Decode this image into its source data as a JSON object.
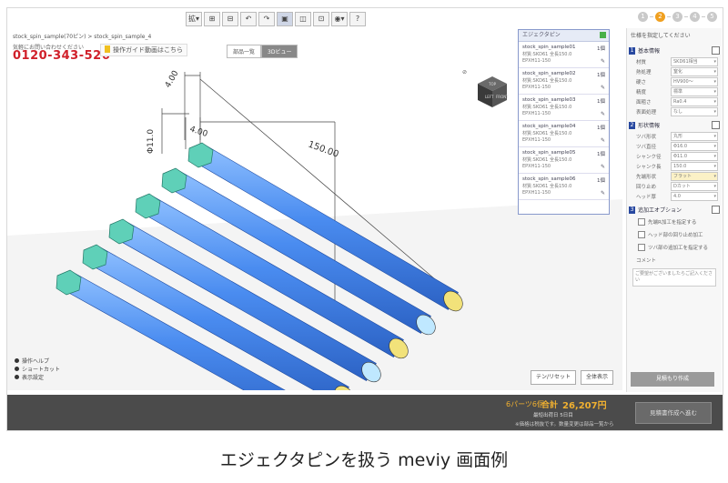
{
  "app": {
    "breadcrumb": "stock_spin_sample(70ピン) > stock_spin_sample_4",
    "brand_line": "気軽にお問い合わせください",
    "phone": "0120-343-526",
    "guide_label": "操作ガイド動画はこちら",
    "view_tabs": [
      {
        "label": "部品一覧"
      },
      {
        "label": "3Dビュー"
      }
    ]
  },
  "toolbar": {
    "buttons": [
      "拡▾",
      "⊞",
      "⊟",
      "↶",
      "↷",
      "▣",
      "◫",
      "⊡",
      "◉▾",
      "?"
    ],
    "active_index": 5
  },
  "steps": {
    "items": [
      "1",
      "2",
      "3",
      "4",
      "5"
    ],
    "active_index": 1
  },
  "drawing": {
    "dim_length": "150.00",
    "dim_top": "4.00",
    "dim_side": "4.00",
    "dim_dia": "Φ11.0"
  },
  "parts_panel": {
    "header": "エジェクタピン",
    "items": [
      {
        "name": "stock_spin_sample01",
        "qty": "1個",
        "spec": "材質:SKD61 全長150.0",
        "code": "EPXH11-150"
      },
      {
        "name": "stock_spin_sample02",
        "qty": "1個",
        "spec": "材質:SKD61 全長150.0",
        "code": "EPXH11-150"
      },
      {
        "name": "stock_spin_sample03",
        "qty": "1個",
        "spec": "材質:SKD61 全長150.0",
        "code": "EPXH11-150"
      },
      {
        "name": "stock_spin_sample04",
        "qty": "1個",
        "spec": "材質:SKD61 全長150.0",
        "code": "EPXH11-150"
      },
      {
        "name": "stock_spin_sample05",
        "qty": "1個",
        "spec": "材質:SKD61 全長150.0",
        "code": "EPXH11-150"
      },
      {
        "name": "stock_spin_sample06",
        "qty": "1個",
        "spec": "材質:SKD61 全長150.0",
        "code": "EPXH11-150"
      }
    ]
  },
  "right_panel": {
    "title": "仕様を指定してください",
    "sections": [
      {
        "num": "1",
        "label": "基本情報",
        "rows": [
          {
            "label": "材質",
            "value": "SKD61相当"
          },
          {
            "label": "熱処理",
            "value": "窒化"
          },
          {
            "label": "硬さ",
            "value": "HV900〜"
          },
          {
            "label": "精度",
            "value": "標準"
          },
          {
            "label": "面粗さ",
            "value": "Ra0.4"
          },
          {
            "label": "表面処理",
            "value": "なし"
          }
        ]
      },
      {
        "num": "2",
        "label": "形状情報",
        "rows": [
          {
            "label": "ツバ形状",
            "value": "丸形"
          },
          {
            "label": "ツバ直径",
            "value": "Φ16.0"
          },
          {
            "label": "シャンク径",
            "value": "Φ11.0"
          },
          {
            "label": "シャンク長",
            "value": "150.0"
          },
          {
            "label": "先端形状",
            "value": "フラット",
            "hl": true
          },
          {
            "label": "回り止め",
            "value": "Dカット"
          },
          {
            "label": "ヘッド厚",
            "value": "4.0"
          }
        ]
      },
      {
        "num": "3",
        "label": "追加工オプション",
        "checks": [
          "先端R加工を指定する",
          "ヘッド部の回り止め加工",
          "ツバ部の追加工を指定する"
        ],
        "comment_label": "コメント",
        "comment_placeholder": "ご要望がございましたらご記入ください"
      }
    ],
    "order_button": "見積もり作成"
  },
  "legend": [
    "操作ヘルプ",
    "ショートカット",
    "表示設定"
  ],
  "viewport_buttons": {
    "reset": "テン/リセット",
    "fit": "全体表示"
  },
  "bottom_bar": {
    "count": "6パーツ6個",
    "total_label": "合計",
    "total": "26,207円",
    "shipping": "最短出荷日 5日目",
    "note": "※価格は税抜です。数量変更は部品一覧から",
    "order_button": "見積書作成へ進む"
  },
  "caption": "エジェクタピンを扱う meviy 画面例",
  "colors": {
    "pin_blue": "#4a8cf0",
    "head_teal": "#5fd0b8",
    "accent_orange": "#f0a020",
    "phone_red": "#d0202a",
    "step_active": "#f0a020",
    "bar_dark": "#4b4b4b"
  },
  "icons": [
    "view-cube-icon",
    "check-icon",
    "edit-icon",
    "guide-icon"
  ]
}
